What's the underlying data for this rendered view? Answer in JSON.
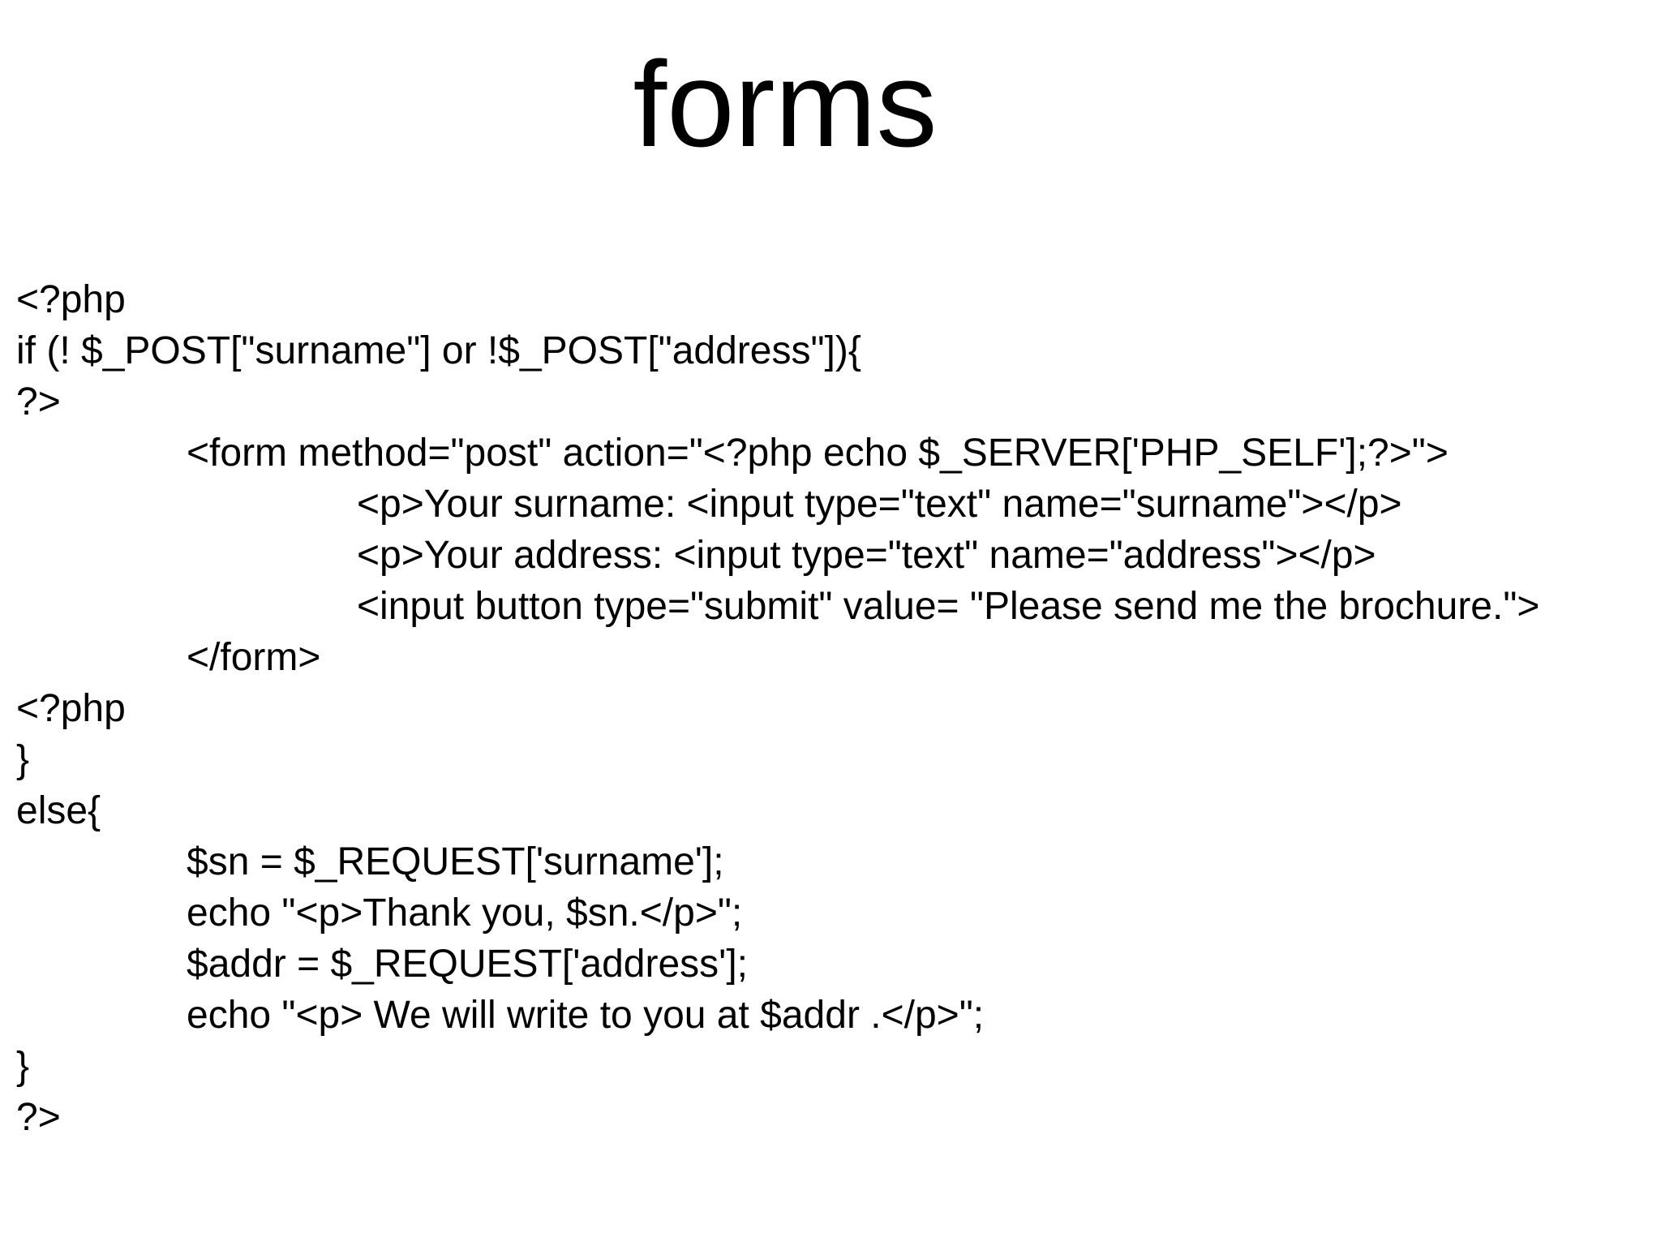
{
  "slide": {
    "title": "forms",
    "background_color": "#ffffff",
    "text_color": "#000000"
  },
  "code": {
    "language": "php",
    "lines": [
      {
        "indent": 0,
        "text": "<?php"
      },
      {
        "indent": 0,
        "text": "if (! $_POST[\"surname\"] or !$_POST[\"address\"]){"
      },
      {
        "indent": 0,
        "text": "?>"
      },
      {
        "indent": 1,
        "text": "<form method=\"post\" action=\"<?php echo $_SERVER['PHP_SELF'];?>\">"
      },
      {
        "indent": 2,
        "text": "<p>Your surname: <input type=\"text\" name=\"surname\"></p>"
      },
      {
        "indent": 2,
        "text": "<p>Your address: <input type=\"text\" name=\"address\"></p>"
      },
      {
        "indent": 2,
        "text": "<input button type=\"submit\" value= \"Please send me the brochure.\">"
      },
      {
        "indent": 1,
        "text": "</form>"
      },
      {
        "indent": 0,
        "text": "<?php"
      },
      {
        "indent": 0,
        "text": "}"
      },
      {
        "indent": 0,
        "text": "else{"
      },
      {
        "indent": 1,
        "text": "$sn = $_REQUEST['surname'];"
      },
      {
        "indent": 1,
        "text": "echo \"<p>Thank you, $sn.</p>\";"
      },
      {
        "indent": 1,
        "text": "$addr = $_REQUEST['address'];"
      },
      {
        "indent": 1,
        "text": "echo \"<p> We will write to you at $addr .</p>\";"
      },
      {
        "indent": 0,
        "text": "}"
      },
      {
        "indent": 0,
        "text": "?>"
      }
    ]
  }
}
